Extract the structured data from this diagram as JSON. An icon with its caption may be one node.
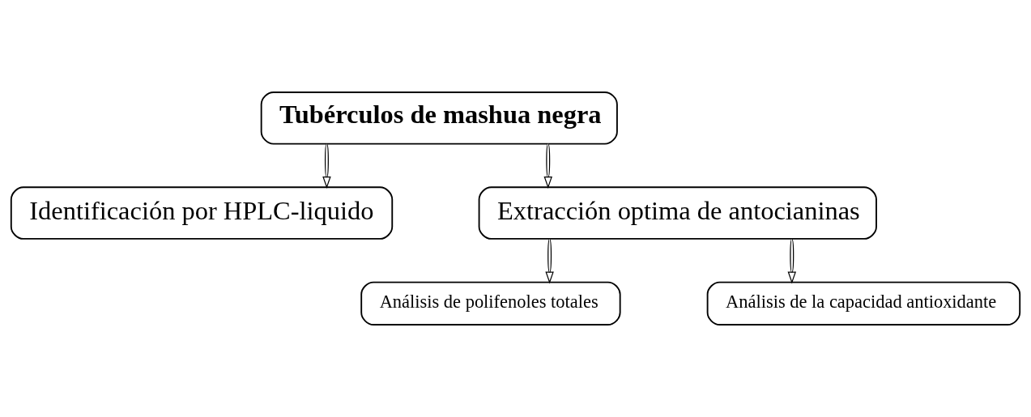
{
  "diagram": {
    "nodes": [
      {
        "text": [
          "Tubérculos de mashua negra"
        ]
      },
      {
        "text": [
          "Identificación por HPLC-liquido"
        ]
      },
      {
        "text": [
          "Extracción optima de antocianinas"
        ]
      },
      {
        "text": [
          "Análisis de polifenoles totales"
        ]
      },
      {
        "text": [
          "Análisis de la capacidad antioxidante"
        ]
      }
    ],
    "edges": [
      {
        "from": 0,
        "to": 1,
        "arrow": "to"
      },
      {
        "from": 0,
        "to": 2,
        "arrow": "to"
      },
      {
        "from": 2,
        "to": 3,
        "arrow": "to"
      },
      {
        "from": 2,
        "to": 4,
        "arrow": "to"
      }
    ]
  }
}
